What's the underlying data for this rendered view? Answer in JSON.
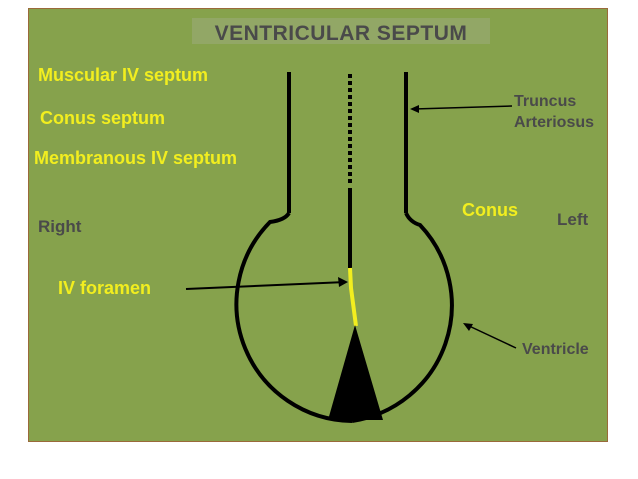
{
  "title": "VENTRICULAR SEPTUM",
  "labels": {
    "muscular": "Muscular IV septum",
    "conus_septum": "Conus septum",
    "membranous": "Membranous IV septum",
    "right": "Right",
    "left": "Left",
    "conus": "Conus",
    "iv_foramen": "IV foramen",
    "truncus_line1": "Truncus",
    "truncus_line2": "Arteriosus",
    "ventricle": "Ventricle"
  },
  "colors": {
    "background": "#86a24c",
    "yellow_label": "#f2ee1f",
    "gray_label": "#4a4a4a",
    "stroke": "#000000"
  }
}
